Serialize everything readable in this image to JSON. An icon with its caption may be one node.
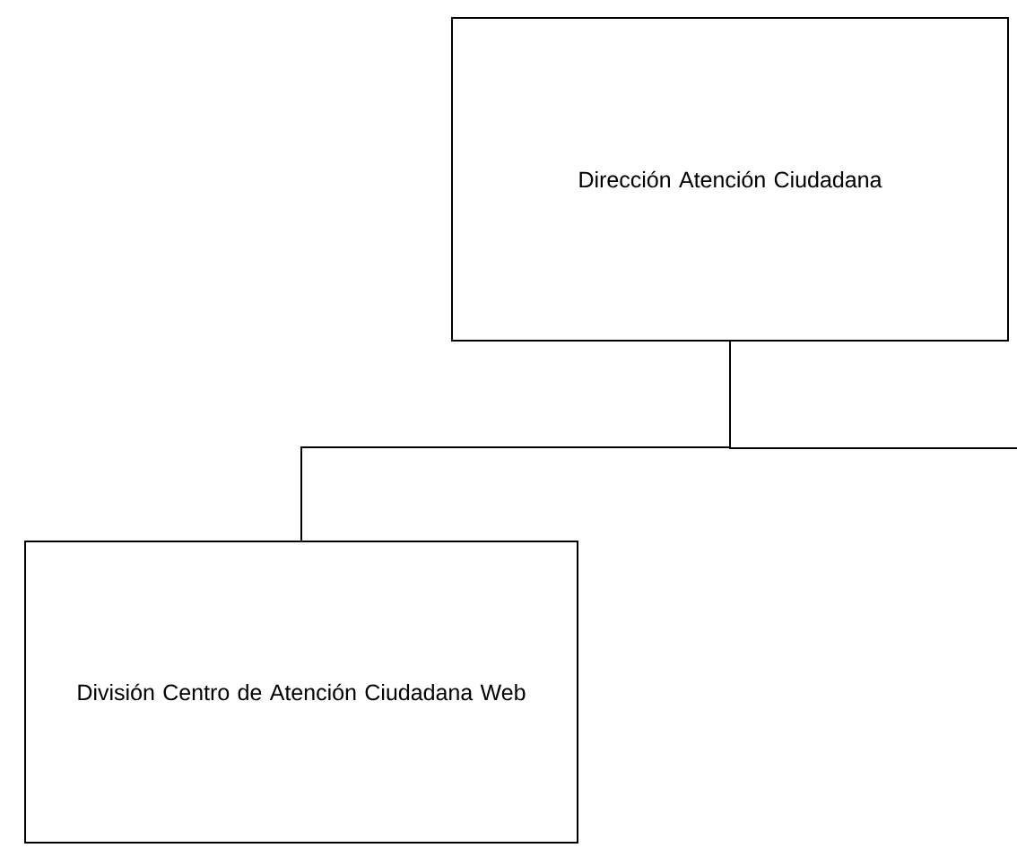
{
  "diagram": {
    "nodes": [
      {
        "text": [
          "Dirección Atención Ciudadana"
        ]
      },
      {
        "text": [
          "División Centro de Atención Ciudadana Web"
        ]
      }
    ],
    "edges": [
      {
        "from": 0,
        "to": 1,
        "arrow": "none"
      },
      {
        "from": 0,
        "to": null,
        "arrow": "none"
      }
    ]
  }
}
